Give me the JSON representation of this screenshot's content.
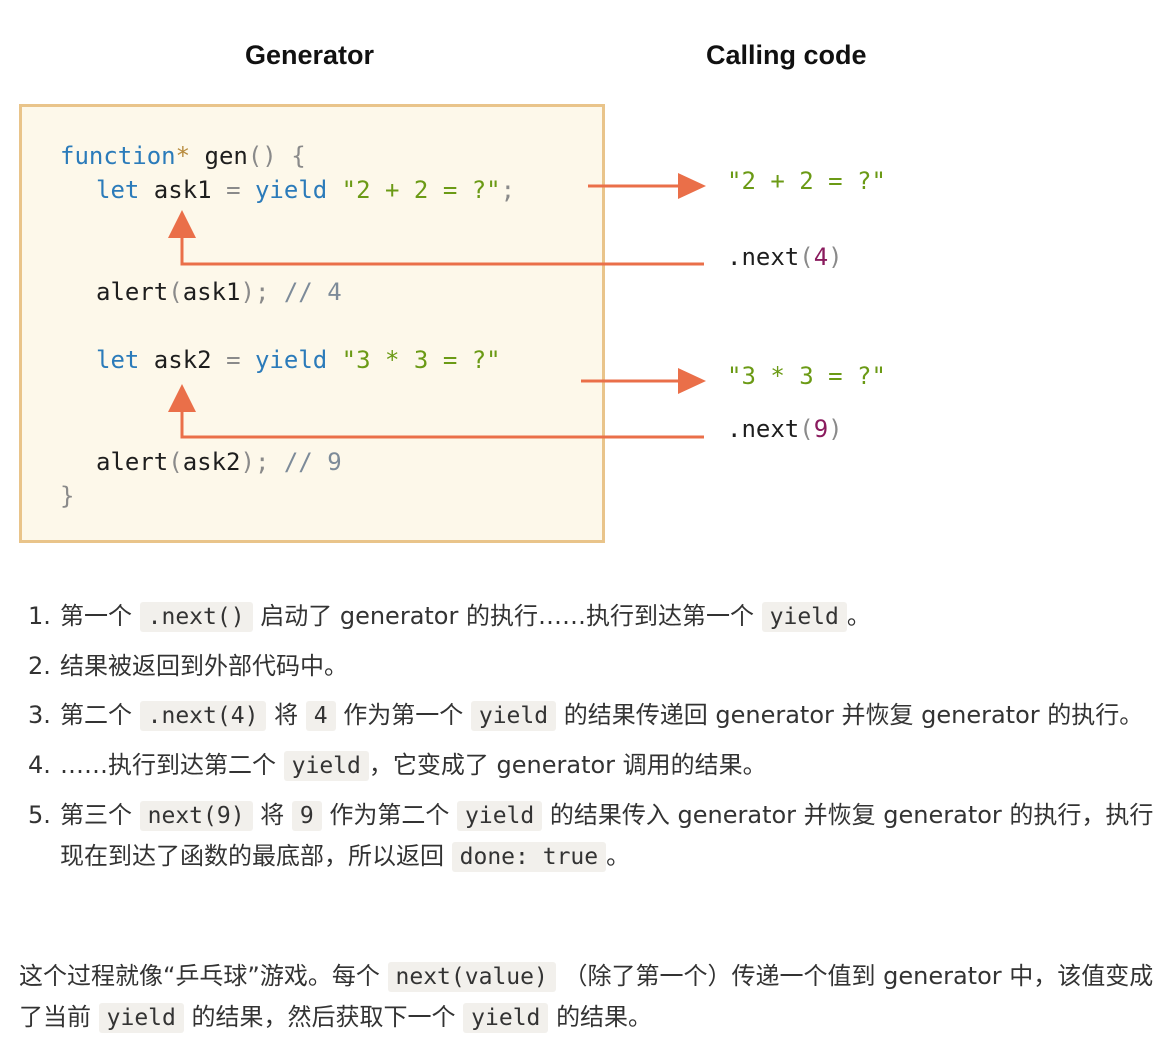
{
  "headings": {
    "generator": "Generator",
    "calling_code": "Calling code"
  },
  "code": {
    "l1": {
      "kw": "function",
      "star": "*",
      "name": " gen",
      "paren": "()",
      "brace": " {"
    },
    "l2": {
      "let": "let",
      "var": " ask1 ",
      "eq": "=",
      "yield": " yield ",
      "str": "\"2 + 2 = ?\"",
      "semi": ";"
    },
    "l3": {
      "fn": "alert",
      "op": "(",
      "arg": "ask1",
      "cl": ");",
      "cmt": " // 4"
    },
    "l4": {
      "let": "let",
      "var": " ask2 ",
      "eq": "=",
      "yield": " yield ",
      "str": "\"3 * 3 = ?\""
    },
    "l5": {
      "fn": "alert",
      "op": "(",
      "arg": "ask2",
      "cl": ");",
      "cmt": " // 9"
    },
    "l6": "}"
  },
  "calling": {
    "yield1": "\"2 + 2 = ?\"",
    "next1": {
      "name": ".next",
      "open": "(",
      "arg": "4",
      "close": ")"
    },
    "yield2": "\"3 * 3 = ?\"",
    "next2": {
      "name": ".next",
      "open": "(",
      "arg": "9",
      "close": ")"
    }
  },
  "colors": {
    "arrow": "#ea6f49",
    "box_fill": "#fdf8ea",
    "box_border": "#e9c48a"
  },
  "steps": [
    {
      "n": "1.",
      "t1": "第一个",
      "c1": ".next()",
      "t2": "启动了 generator 的执行……执行到达第一个",
      "c2": "yield",
      "t3": "。"
    },
    {
      "n": "2.",
      "t1": "结果被返回到外部代码中。"
    },
    {
      "n": "3.",
      "t1": "第二个",
      "c1": ".next(4)",
      "t2": "将",
      "c2": "4",
      "t3": "作为第一个",
      "c3": "yield",
      "t4": "的结果传递回 generator 并恢复 generator 的执行。"
    },
    {
      "n": "4.",
      "t1": "……执行到达第二个",
      "c1": "yield",
      "t2": "，它变成了 generator 调用的结果。"
    },
    {
      "n": "5.",
      "t1": "第三个",
      "c1": "next(9)",
      "t2": "将",
      "c2": "9",
      "t3": "作为第二个",
      "c3": "yield",
      "t4": "的结果传入 generator 并恢复 generator 的执行，执行现在到达了函数的最底部，所以返回",
      "c4": "done: true",
      "t5": "。"
    }
  ],
  "summary": {
    "t1": "这个过程就像“乒乓球”游戏。每个",
    "c1": "next(value)",
    "t2": "（除了第一个）传递一个值到 generator 中，该值变成了当前",
    "c2": "yield",
    "t3": "的结果，然后获取下一个",
    "c3": "yield",
    "t4": "的结果。"
  }
}
